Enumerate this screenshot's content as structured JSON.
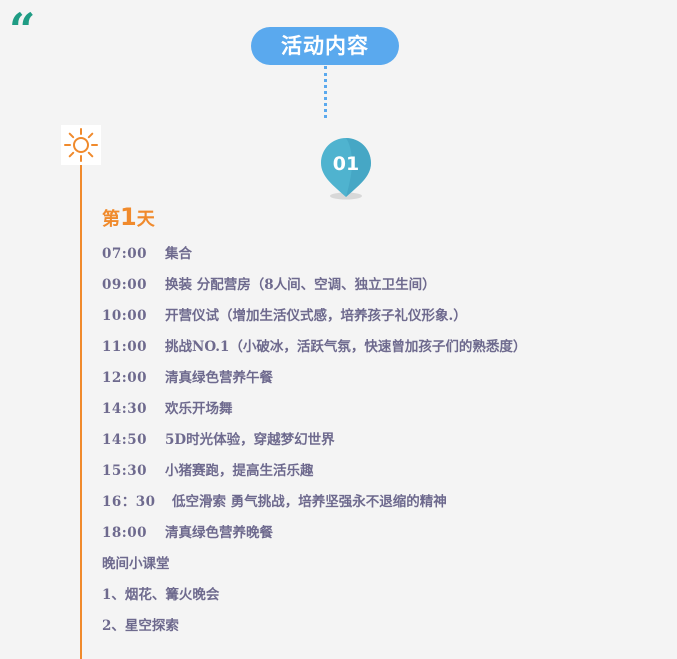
{
  "header": {
    "quote_mark": "“",
    "title": "活动内容",
    "pin_label": "01"
  },
  "day": {
    "prefix": "第",
    "number": "1",
    "suffix": "天"
  },
  "schedule": [
    {
      "time": "07:00",
      "text": "集合"
    },
    {
      "time": "09:00",
      "text": "换装 分配营房（8人间、空调、独立卫生间）"
    },
    {
      "time": "10:00",
      "text": "开营仪试（增加生活仪式感，培养孩子礼仪形象.）"
    },
    {
      "time": "11:00",
      "text": "挑战NO.1（小破冰，活跃气氛，快速曾加孩子们的熟悉度）"
    },
    {
      "time": "12:00",
      "text": "清真绿色营养午餐"
    },
    {
      "time": "14:30",
      "text": "欢乐开场舞"
    },
    {
      "time": "14:50",
      "text": "5D时光体验，穿越梦幻世界"
    },
    {
      "time": "15:30",
      "text": "小猪赛跑，提高生活乐趣"
    },
    {
      "time": "16：30",
      "text": "低空滑索 勇气挑战，培养坚强永不退缩的精神"
    },
    {
      "time": "18:00",
      "text": "清真绿色营养晚餐"
    },
    {
      "time": "",
      "text": "晚间小课堂"
    },
    {
      "time": "",
      "text": "1、烟花、篝火晚会"
    },
    {
      "time": "",
      "text": "2、星空探索"
    }
  ],
  "colors": {
    "accent_blue": "#5aa9ee",
    "accent_orange": "#f08a2c",
    "pin_teal": "#4fb3cf",
    "quote_green": "#1f9c84",
    "text_purple": "#6e6a8e",
    "background": "#f4f4f4"
  },
  "icons": {
    "sun": "sun-icon",
    "pin": "map-pin-icon",
    "quote": "quote-icon"
  }
}
